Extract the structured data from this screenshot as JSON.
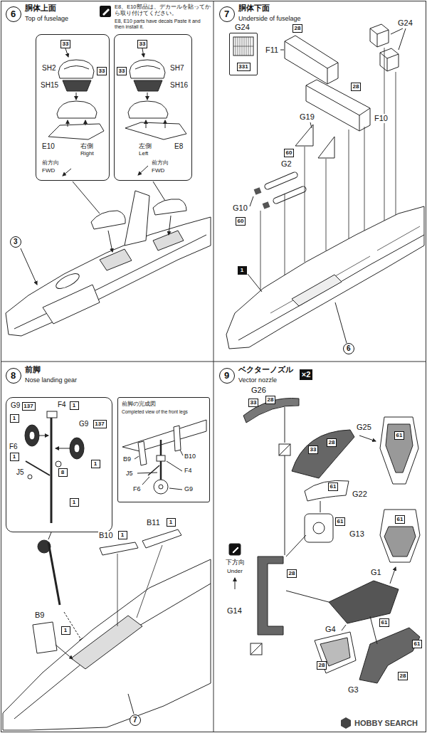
{
  "diagram": {
    "nodes": [
      {
        "text": [
          "6",
          "胴体上面",
          "Top of fuselage"
        ]
      },
      {
        "text": [
          "SH2",
          "SH15",
          "E10",
          "右側",
          "Right",
          "前方向",
          "FWD"
        ]
      },
      {
        "text": [
          "33"
        ],
        "in": 1
      },
      {
        "text": [
          "33"
        ],
        "in": 1
      },
      {
        "text": [
          "SH7",
          "SH16",
          "E8",
          "左側",
          "Left",
          "前方向",
          "FWD"
        ]
      },
      {
        "text": [
          "33"
        ],
        "in": 4
      },
      {
        "text": [
          "33"
        ],
        "in": 4
      },
      {
        "text": [
          "3"
        ]
      },
      {
        "text": [
          "7",
          "胴体下面",
          "Underside of fuselage"
        ]
      },
      {
        "text": [
          "G24"
        ]
      },
      {
        "text": [
          "331"
        ],
        "in": 9
      },
      {
        "text": [
          "28"
        ]
      },
      {
        "text": [
          "28"
        ]
      },
      {
        "text": [
          "60"
        ]
      },
      {
        "text": [
          "60"
        ]
      },
      {
        "text": [
          "1"
        ]
      },
      {
        "text": [
          "6"
        ]
      },
      {
        "text": [
          "8",
          "前脚",
          "Nose landing gear"
        ]
      },
      {
        "text": [
          "G9",
          "F4",
          "F6",
          "J5",
          "G9"
        ]
      },
      {
        "text": [
          "137"
        ],
        "in": 18
      },
      {
        "text": [
          "1"
        ],
        "in": 18
      },
      {
        "text": [
          "1"
        ],
        "in": 18
      },
      {
        "text": [
          "1"
        ],
        "in": 18
      },
      {
        "text": [
          "8"
        ],
        "in": 18
      },
      {
        "text": [
          "137"
        ],
        "in": 18
      },
      {
        "text": [
          "1"
        ],
        "in": 18
      },
      {
        "text": [
          "1"
        ],
        "in": 18
      },
      {
        "text": [
          "前脚の完成図",
          "Completed view of the front legs",
          "B9",
          "B10",
          "J5",
          "F4",
          "F6",
          "G9"
        ]
      },
      {
        "text": [
          "1"
        ]
      },
      {
        "text": [
          "1"
        ]
      },
      {
        "text": [
          "1"
        ]
      },
      {
        "text": [
          "7"
        ]
      },
      {
        "text": [
          "9",
          "ベクターノズル",
          "Vector nozzle"
        ]
      },
      {
        "text": [
          "×2"
        ]
      },
      {
        "text": [
          "33"
        ]
      },
      {
        "text": [
          "28"
        ]
      },
      {
        "text": [
          "61"
        ]
      },
      {
        "text": [
          "33"
        ]
      },
      {
        "text": [
          "28"
        ]
      },
      {
        "text": [
          "61"
        ]
      },
      {
        "text": [
          "61"
        ]
      },
      {
        "text": [
          "28"
        ]
      },
      {
        "text": [
          "61"
        ]
      },
      {
        "text": [
          "61"
        ]
      },
      {
        "text": [
          "61"
        ]
      },
      {
        "text": [
          "28"
        ]
      },
      {
        "text": [
          "28"
        ]
      }
    ],
    "labels": [
      "E8、E10部品は、デカールを貼ってから取り付けてください。",
      "E8, E10 parts have decals Paste it and then install it.",
      "G24",
      "F11",
      "F10",
      "G19",
      "G2",
      "G10",
      "B10",
      "B11",
      "B9",
      "G26",
      "G25",
      "G22",
      "G13",
      "下方向",
      "Under",
      "G14",
      "G1",
      "G4",
      "G3",
      "HOBBY SEARCH"
    ]
  }
}
